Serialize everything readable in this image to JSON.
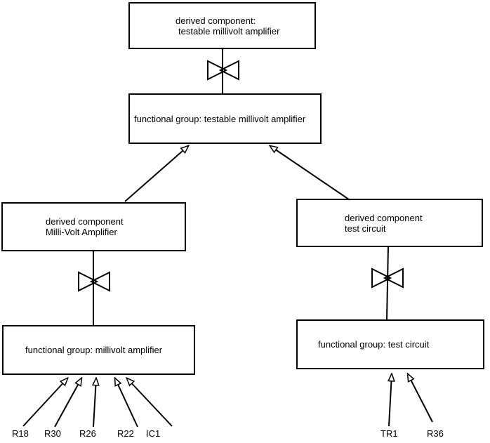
{
  "colors": {
    "line": "#000000",
    "background": "#ffffff",
    "text": "#000000"
  },
  "boxes": {
    "derived_testable": {
      "line1": "derived component:",
      "line2": "testable millivolt amplifier"
    },
    "fg_testable": {
      "label": "functional group: testable millivolt amplifier"
    },
    "derived_mv": {
      "line1": "derived component",
      "line2": "Milli-Volt Amplifier"
    },
    "derived_test": {
      "line1": "derived component",
      "line2": "test circuit"
    },
    "fg_mv": {
      "label": "functional group: millivolt amplifier"
    },
    "fg_test": {
      "label": "functional group: test circuit"
    }
  },
  "component_labels": {
    "mv": [
      "R18",
      "R30",
      "R26",
      "R22",
      "IC1"
    ],
    "test": [
      "TR1",
      "R36"
    ]
  }
}
